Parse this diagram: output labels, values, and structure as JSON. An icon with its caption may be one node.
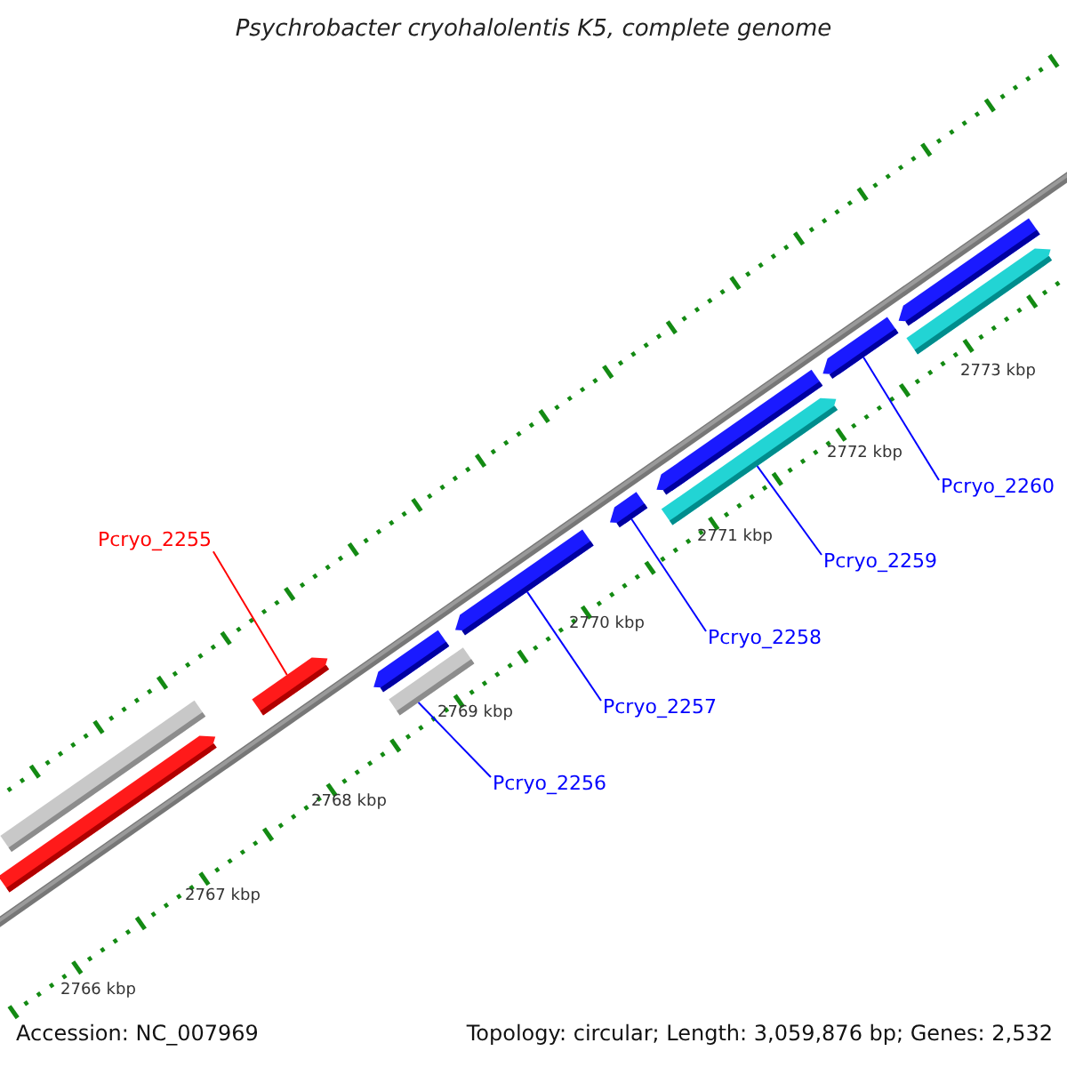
{
  "diagram": {
    "title": "Psychrobacter cryohalolentis K5, complete genome",
    "nodes": [
      {
        "text": [
          "Pcryo_2255"
        ]
      },
      {
        "text": [
          "Pcryo_2256"
        ]
      },
      {
        "text": [
          "Pcryo_2257"
        ]
      },
      {
        "text": [
          "Pcryo_2258"
        ]
      },
      {
        "text": [
          "Pcryo_2259"
        ]
      },
      {
        "text": [
          "Pcryo_2260"
        ]
      },
      {
        "text": [],
        "shape": "bar"
      },
      {
        "text": [],
        "shape": "bar"
      },
      {
        "text": [],
        "shape": "bar"
      },
      {
        "text": [],
        "shape": "bar"
      },
      {
        "text": [],
        "shape": "bar"
      },
      {
        "text": [],
        "shape": "bar"
      },
      {
        "text": [],
        "shape": "bar"
      },
      {
        "text": [],
        "shape": "bar"
      },
      {
        "text": [],
        "shape": "bar"
      },
      {
        "text": [],
        "shape": "bar"
      },
      {
        "text": [],
        "shape": "bar"
      },
      {
        "text": [],
        "shape": "bar"
      }
    ],
    "edges": [
      {
        "from": 0,
        "to": 6,
        "arrow": "none",
        "color": "#ff0000"
      },
      {
        "from": 1,
        "to": 7,
        "arrow": "none"
      },
      {
        "from": 2,
        "to": 8,
        "arrow": "none"
      },
      {
        "from": 3,
        "to": 9,
        "arrow": "none"
      },
      {
        "from": 4,
        "to": 10,
        "arrow": "none"
      },
      {
        "from": 5,
        "to": 11,
        "arrow": "none"
      }
    ],
    "labels": [
      "2773 kbp",
      "2772 kbp",
      "2771 kbp",
      "2770 kbp",
      "2769 kbp",
      "2768 kbp",
      "2767 kbp",
      "2766 kbp",
      "Accession: NC_007969",
      "Topology: circular; Length: 3,059,876 bp; Genes: 2,532"
    ]
  }
}
